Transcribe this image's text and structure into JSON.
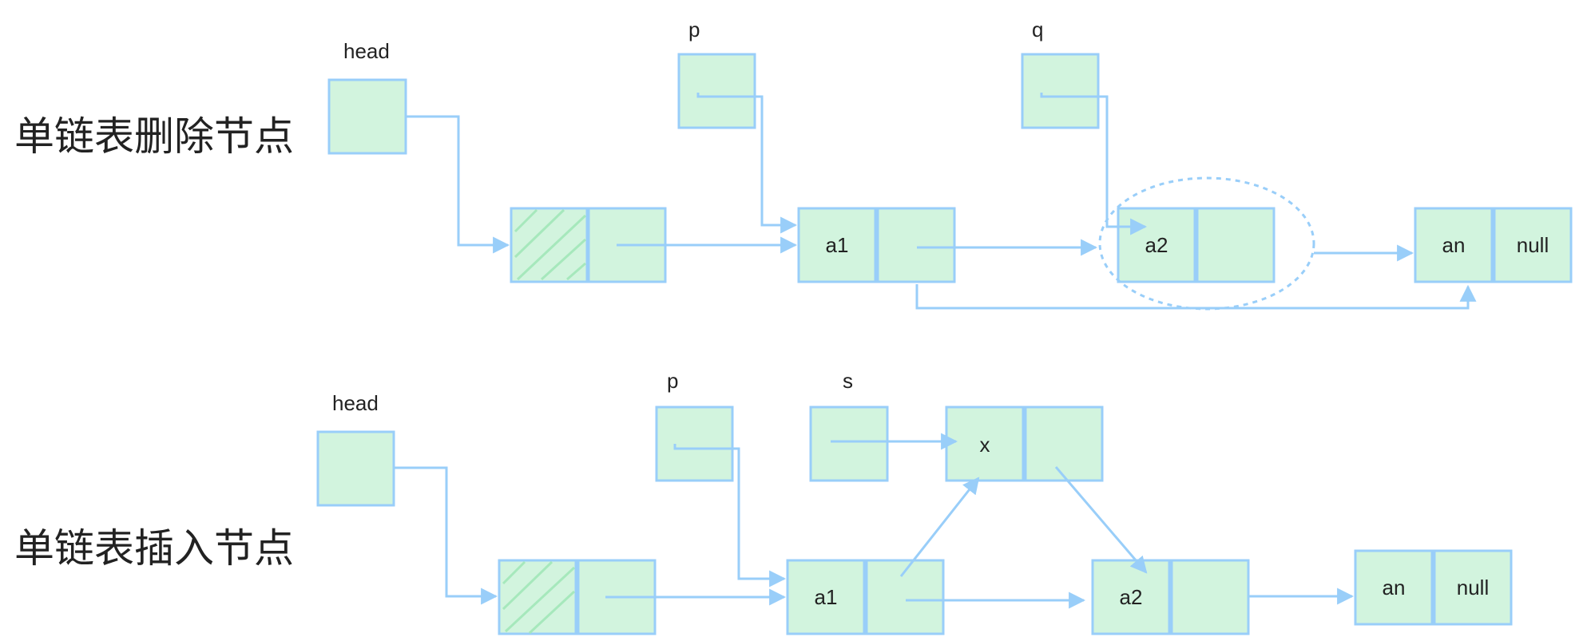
{
  "delete_diagram": {
    "title": "单链表删除节点",
    "head_label": "head",
    "p_label": "p",
    "q_label": "q",
    "node_a1": "a1",
    "node_a2": "a2",
    "node_an": "an",
    "node_null": "null"
  },
  "insert_diagram": {
    "title": "单链表插入节点",
    "head_label": "head",
    "p_label": "p",
    "s_label": "s",
    "node_x": "x",
    "node_a1": "a1",
    "node_a2": "a2",
    "node_an": "an",
    "node_null": "null"
  },
  "colors": {
    "box_fill": "#d2f4de",
    "box_stroke": "#99cef9",
    "hatch": "#a6e8bc"
  }
}
